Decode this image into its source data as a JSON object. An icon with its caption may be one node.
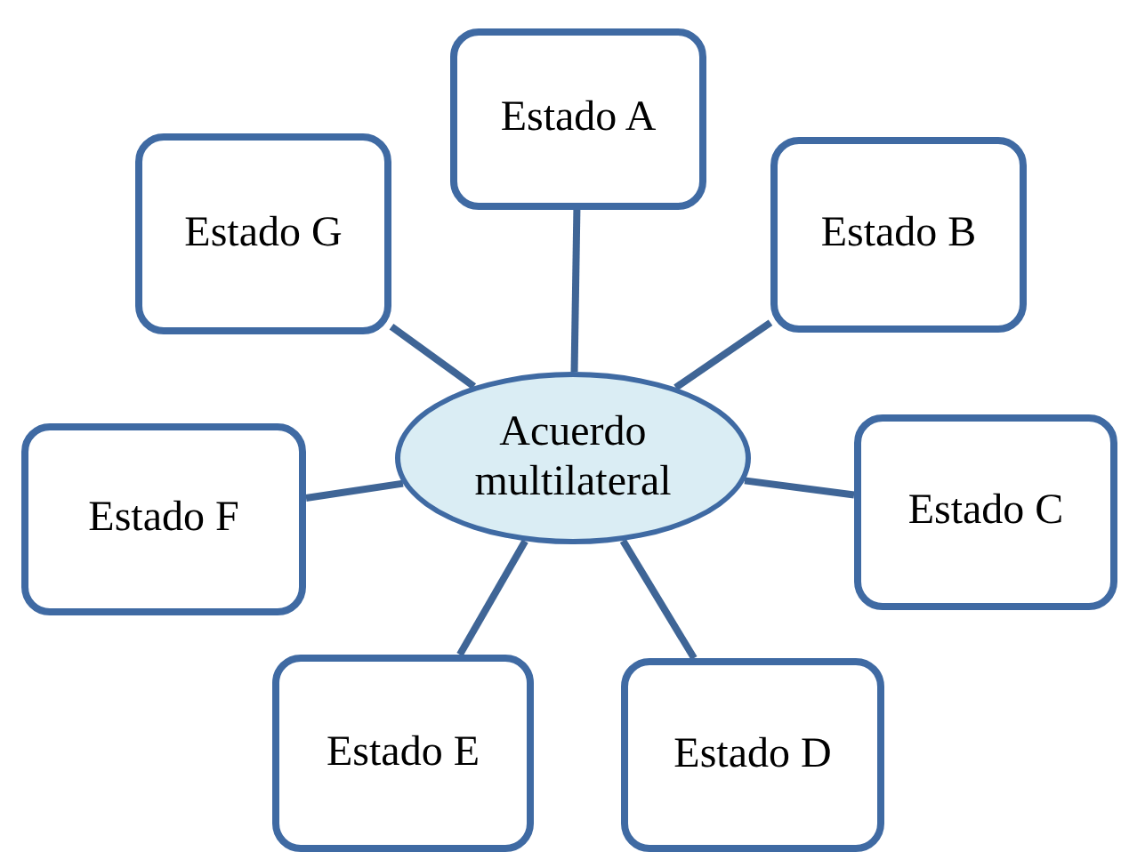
{
  "diagram": {
    "nodes": [
      {
        "text": [
          "Acuerdo multilateral"
        ]
      },
      {
        "text": [
          "Estado A"
        ]
      },
      {
        "text": [
          "Estado B"
        ]
      },
      {
        "text": [
          "Estado C"
        ]
      },
      {
        "text": [
          "Estado D"
        ]
      },
      {
        "text": [
          "Estado E"
        ]
      },
      {
        "text": [
          "Estado F"
        ]
      },
      {
        "text": [
          "Estado G"
        ]
      }
    ],
    "edges": [
      {
        "from": 0,
        "to": 1,
        "arrow": "none"
      },
      {
        "from": 0,
        "to": 2,
        "arrow": "none"
      },
      {
        "from": 0,
        "to": 3,
        "arrow": "none"
      },
      {
        "from": 0,
        "to": 4,
        "arrow": "none"
      },
      {
        "from": 0,
        "to": 5,
        "arrow": "none"
      },
      {
        "from": 0,
        "to": 6,
        "arrow": "none"
      },
      {
        "from": 0,
        "to": 7,
        "arrow": "none"
      }
    ]
  }
}
